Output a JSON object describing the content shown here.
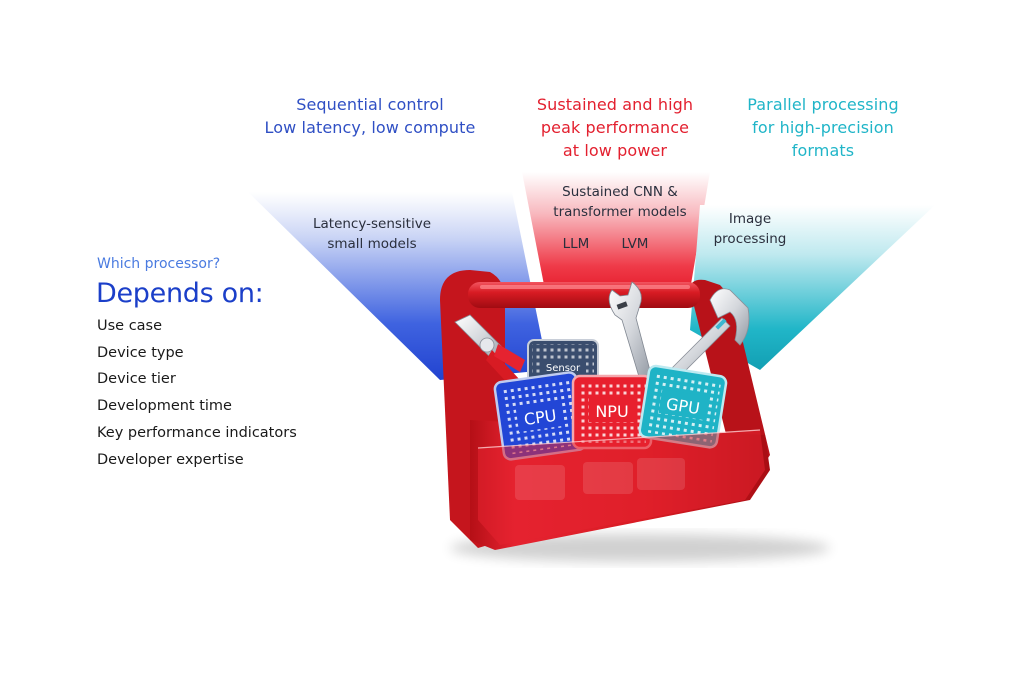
{
  "headings": {
    "cpu": [
      "Sequential control",
      "Low latency, low compute"
    ],
    "npu": [
      "Sustained and high",
      "peak performance",
      "at low power"
    ],
    "gpu": [
      "Parallel processing",
      "for high-precision",
      "formats"
    ]
  },
  "beam_labels": {
    "cpu": [
      "Latency-sensitive",
      "small models"
    ],
    "npu": [
      "Sustained CNN &",
      "transformer models"
    ],
    "npu_models": [
      "LLM",
      "LVM"
    ],
    "gpu": [
      "Image",
      "processing"
    ]
  },
  "left_panel": {
    "question": "Which processor?",
    "title": "Depends on:",
    "factors": [
      "Use case",
      "Device type",
      "Device tier",
      "Development time",
      "Key performance indicators",
      "Developer expertise"
    ]
  },
  "chips": {
    "sensor": "Sensor",
    "cpu": "CPU",
    "npu": "NPU",
    "gpu": "GPU"
  },
  "colors": {
    "cpu_blue": "#2246d6",
    "npu_red": "#e8202e",
    "gpu_teal": "#1fb3c6",
    "sensor_slate": "#3a4d6e",
    "toolbox_red": "#d91a22"
  }
}
